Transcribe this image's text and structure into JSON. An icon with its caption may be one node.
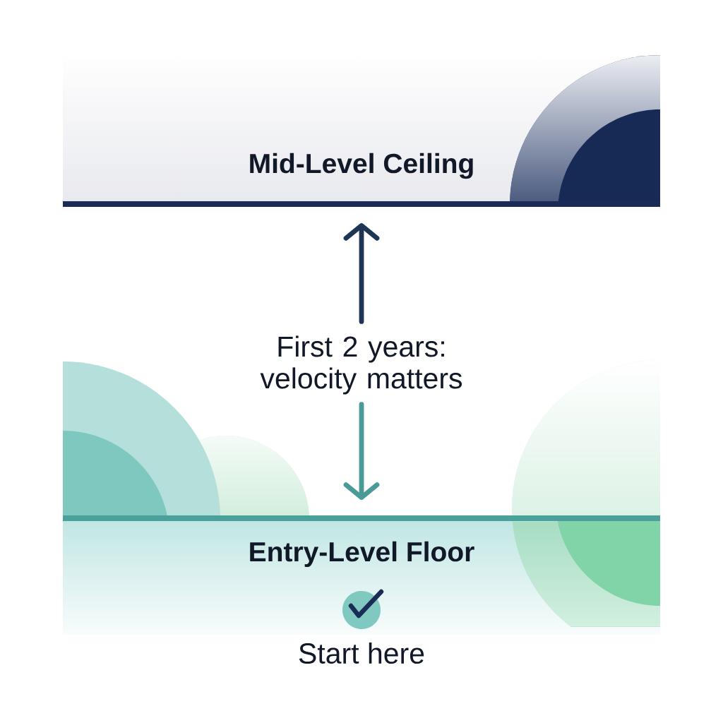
{
  "diagram": {
    "nodes": [
      {
        "text": [
          "Mid-Level Ceiling"
        ]
      },
      {
        "text": [
          "First 2 years: velocity matters"
        ]
      },
      {
        "text": [
          "Entry-Level Floor"
        ],
        "beside": [
          "Start here"
        ]
      }
    ],
    "edges": [
      {
        "from": 1,
        "to": 0,
        "arrow": "to",
        "color": "#1f3556"
      },
      {
        "from": 1,
        "to": 2,
        "arrow": "to",
        "color": "#4a9b98"
      }
    ]
  }
}
